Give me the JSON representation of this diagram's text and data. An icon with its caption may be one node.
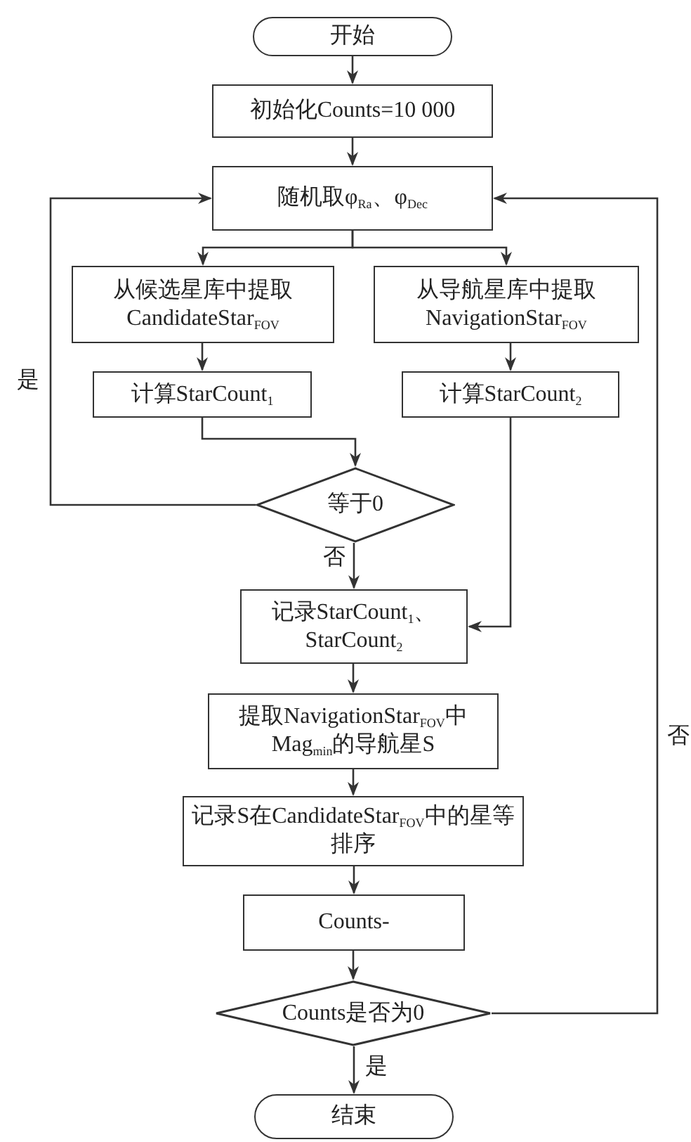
{
  "diagram": {
    "nodes": [
      {
        "text": [
          "开始"
        ]
      },
      {
        "text": [
          "初始化Counts=10 000"
        ]
      },
      {
        "text": [
          "随机取φ$_{Ra}$、φ$_{Dec}$"
        ]
      },
      {
        "text": [
          "从候选星库中提取CandidateStar$_{FOV}$"
        ]
      },
      {
        "text": [
          "从导航星库中提取NavigationStar$_{FOV}$"
        ]
      },
      {
        "text": [
          "计算StarCount$_{1}$"
        ]
      },
      {
        "text": [
          "计算StarCount$_{2}$"
        ]
      },
      {
        "text": [
          "等于0"
        ]
      },
      {
        "text": [
          "记录StarCount$_{1}$、StarCount$_{2}$"
        ]
      },
      {
        "text": [
          "提取NavigationStar$_{FOV}$中Mag$_{min}$的导航星S"
        ]
      },
      {
        "text": [
          "记录S在CandidateStar$_{FOV}$中的星等排序"
        ]
      },
      {
        "text": [
          "Counts-"
        ]
      },
      {
        "text": [
          "Counts是否为0"
        ]
      },
      {
        "text": [
          "结束"
        ]
      }
    ],
    "edges": [
      {
        "from": 0,
        "to": 1,
        "arrow": "to"
      },
      {
        "from": 1,
        "to": 2,
        "arrow": "to"
      },
      {
        "from": 2,
        "to": 3,
        "arrow": "to"
      },
      {
        "from": 2,
        "to": 4,
        "arrow": "to"
      },
      {
        "from": 3,
        "to": 5,
        "arrow": "to"
      },
      {
        "from": 4,
        "to": 6,
        "arrow": "to"
      },
      {
        "from": 5,
        "to": 7,
        "arrow": "to"
      },
      {
        "from": 6,
        "to": 8,
        "arrow": "to"
      },
      {
        "from": 7,
        "to": 2,
        "arrow": "to",
        "label": "是"
      },
      {
        "from": 7,
        "to": 8,
        "arrow": "to",
        "label": "否"
      },
      {
        "from": 8,
        "to": 9,
        "arrow": "to"
      },
      {
        "from": 9,
        "to": 10,
        "arrow": "to"
      },
      {
        "from": 10,
        "to": 11,
        "arrow": "to"
      },
      {
        "from": 11,
        "to": 12,
        "arrow": "to"
      },
      {
        "from": 12,
        "to": 13,
        "arrow": "to",
        "label": "是"
      },
      {
        "from": 12,
        "to": 2,
        "arrow": "to",
        "label": "否"
      }
    ]
  }
}
